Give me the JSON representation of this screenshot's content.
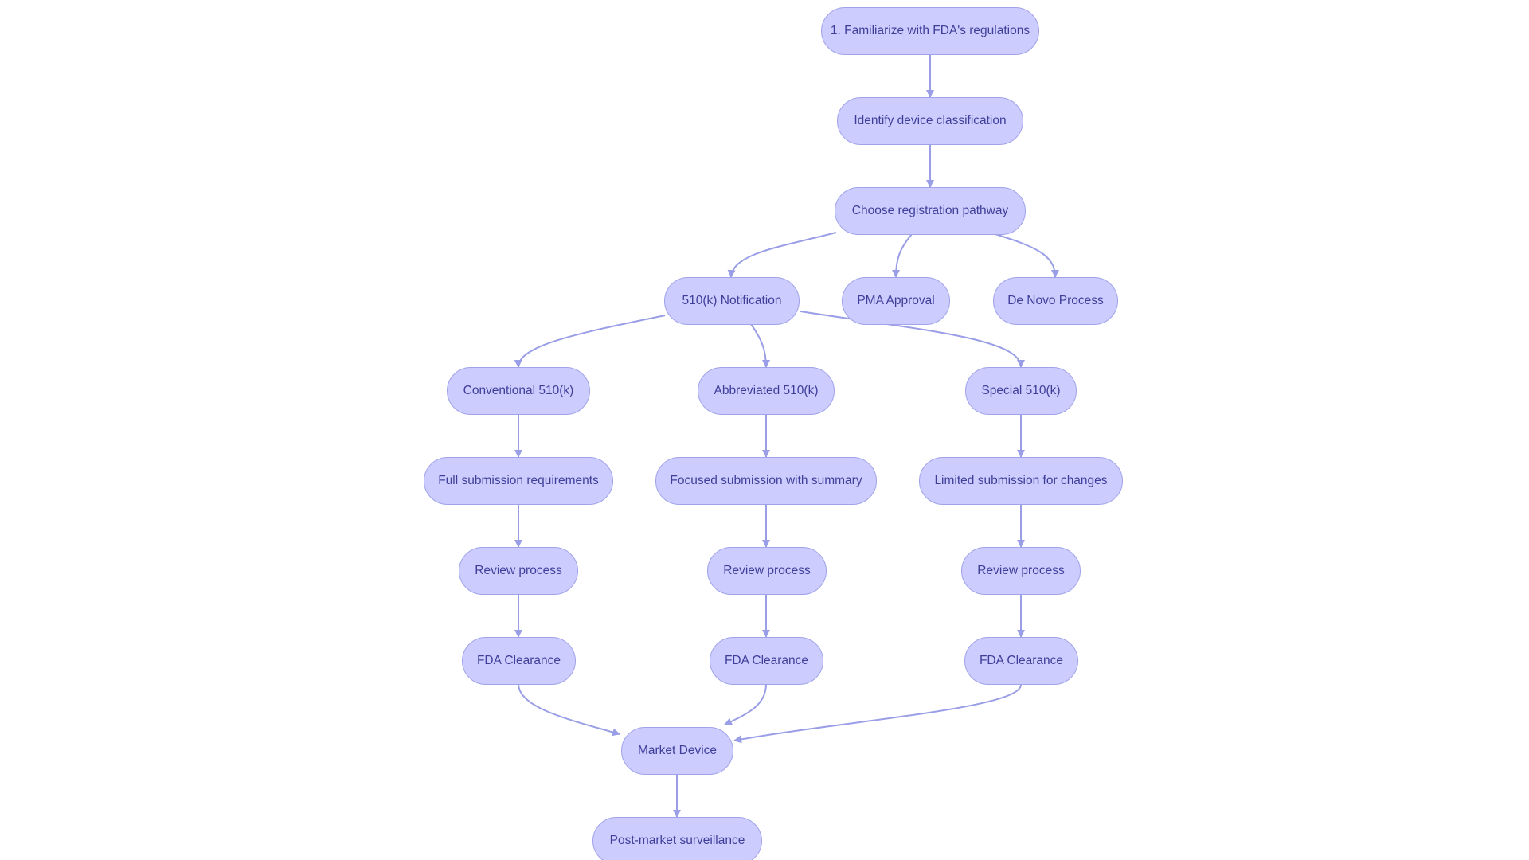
{
  "colors": {
    "node_fill": "#ccccff",
    "node_border": "#a0a3e8",
    "node_text": "#3f3f9a",
    "edge": "#9a9ee6"
  },
  "nodes": {
    "familiarize": "1. Familiarize with FDA's regulations",
    "identify": "Identify device classification",
    "choose": "Choose registration pathway",
    "notification510k": "510(k) Notification",
    "pma": "PMA Approval",
    "denovo": "De Novo Process",
    "conventional": "Conventional 510(k)",
    "abbreviated": "Abbreviated 510(k)",
    "special": "Special 510(k)",
    "full_submission": "Full submission requirements",
    "focused_submission": "Focused submission with summary",
    "limited_submission": "Limited submission for changes",
    "review_conventional": "Review process",
    "review_abbreviated": "Review process",
    "review_special": "Review process",
    "clearance_conventional": "FDA Clearance",
    "clearance_abbreviated": "FDA Clearance",
    "clearance_special": "FDA Clearance",
    "market": "Market Device",
    "postmarket": "Post-market surveillance"
  },
  "edges": [
    [
      "familiarize",
      "identify"
    ],
    [
      "identify",
      "choose"
    ],
    [
      "choose",
      "notification510k"
    ],
    [
      "choose",
      "pma"
    ],
    [
      "choose",
      "denovo"
    ],
    [
      "notification510k",
      "conventional"
    ],
    [
      "notification510k",
      "abbreviated"
    ],
    [
      "notification510k",
      "special"
    ],
    [
      "conventional",
      "full_submission"
    ],
    [
      "abbreviated",
      "focused_submission"
    ],
    [
      "special",
      "limited_submission"
    ],
    [
      "full_submission",
      "review_conventional"
    ],
    [
      "focused_submission",
      "review_abbreviated"
    ],
    [
      "limited_submission",
      "review_special"
    ],
    [
      "review_conventional",
      "clearance_conventional"
    ],
    [
      "review_abbreviated",
      "clearance_abbreviated"
    ],
    [
      "review_special",
      "clearance_special"
    ],
    [
      "clearance_conventional",
      "market"
    ],
    [
      "clearance_abbreviated",
      "market"
    ],
    [
      "clearance_special",
      "market"
    ],
    [
      "market",
      "postmarket"
    ]
  ]
}
